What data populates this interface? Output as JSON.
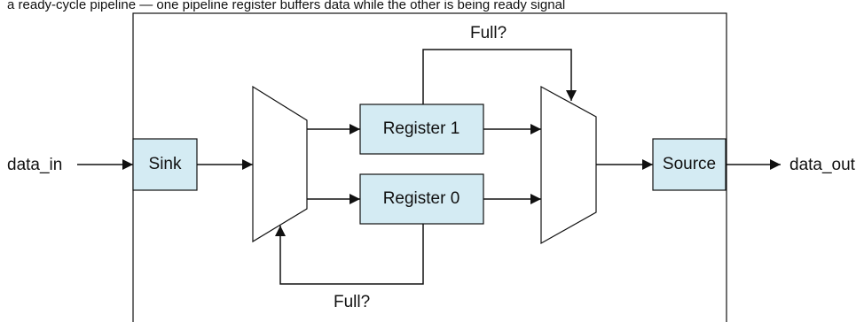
{
  "caption": "a ready-cycle pipeline — one pipeline register buffers data while the other is being ready signal",
  "labels": {
    "input": "data_in",
    "output": "data_out",
    "feedback_top": "Full?",
    "feedback_bottom": "Full?"
  },
  "blocks": {
    "sink": "Sink",
    "register1": "Register 1",
    "register0": "Register 0",
    "source": "Source"
  },
  "colors": {
    "block_fill": "#d4ebf3",
    "stroke": "#111111",
    "background": "#ffffff"
  }
}
